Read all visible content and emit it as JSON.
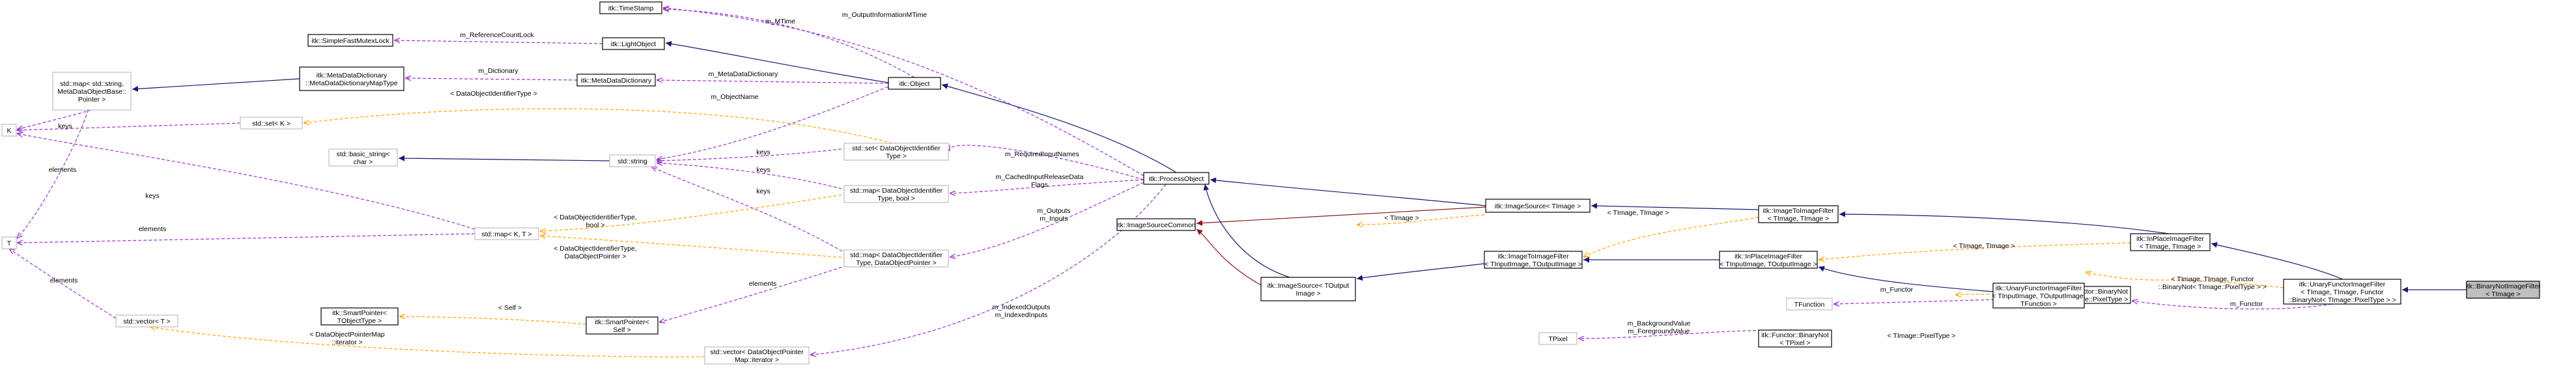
{
  "colors": {
    "inherit": "#191970",
    "protected": "#8b1a1a",
    "usage": "#9a32cd",
    "template": "#ffa500",
    "box_solid": "#000000",
    "box_gray": "#bfbfbf",
    "focus_fill": "#bfbfbf"
  },
  "nodes": [
    {
      "id": "binarynot_filter",
      "lines": [
        "itk::BinaryNotImageFilter",
        "< TImage >"
      ],
      "style": "focus"
    },
    {
      "id": "unary_functor_binarynot",
      "lines": [
        "itk::UnaryFunctorImageFilter",
        "< TImage, TImage, Functor",
        "::BinaryNot< TImage::PixelType > >"
      ],
      "style": "solid"
    },
    {
      "id": "inplace_timage",
      "lines": [
        "itk::InPlaceImageFilter",
        "< TImage, TImage >"
      ],
      "style": "solid"
    },
    {
      "id": "functor_binarynot_pixel",
      "lines": [
        "itk::Functor::BinaryNot",
        "< TImage::PixelType >"
      ],
      "style": "solid"
    },
    {
      "id": "unary_functor_generic",
      "lines": [
        "itk::UnaryFunctorImageFilter",
        "< TInputImage, TOutputImage,",
        "TFunction >"
      ],
      "style": "solid"
    },
    {
      "id": "image_to_image_timage",
      "lines": [
        "itk::ImageToImageFilter",
        "< TImage, TImage >"
      ],
      "style": "solid"
    },
    {
      "id": "inplace_generic",
      "lines": [
        "itk::InPlaceImageFilter",
        "< TInputImage, TOutputImage >"
      ],
      "style": "solid"
    },
    {
      "id": "tfunction",
      "lines": [
        "TFunction"
      ],
      "style": "gray"
    },
    {
      "id": "functor_binarynot_tpixel",
      "lines": [
        "itk::Functor::BinaryNot",
        "< TPixel >"
      ],
      "style": "solid"
    },
    {
      "id": "tpixel",
      "lines": [
        "TPixel"
      ],
      "style": "gray"
    },
    {
      "id": "image_source_timage",
      "lines": [
        "itk::ImageSource< TImage >"
      ],
      "style": "solid"
    },
    {
      "id": "image_to_image_generic",
      "lines": [
        "itk::ImageToImageFilter",
        "< TInputImage, TOutputImage >"
      ],
      "style": "solid"
    },
    {
      "id": "image_source_toutput",
      "lines": [
        "itk::ImageSource< TOutput",
        "Image >"
      ],
      "style": "solid"
    },
    {
      "id": "image_source_common",
      "lines": [
        "itk::ImageSourceCommon"
      ],
      "style": "solid"
    },
    {
      "id": "process_object",
      "lines": [
        "itk::ProcessObject"
      ],
      "style": "solid"
    },
    {
      "id": "itk_object",
      "lines": [
        "itk::Object"
      ],
      "style": "solid"
    },
    {
      "id": "light_object",
      "lines": [
        "itk::LightObject"
      ],
      "style": "solid"
    },
    {
      "id": "time_stamp",
      "lines": [
        "itk::TimeStamp"
      ],
      "style": "solid"
    },
    {
      "id": "simple_fast_mutex",
      "lines": [
        "itk::SimpleFastMutexLock"
      ],
      "style": "solid"
    },
    {
      "id": "meta_data_dictionary",
      "lines": [
        "itk::MetaDataDictionary"
      ],
      "style": "solid"
    },
    {
      "id": "meta_data_dictionary_map",
      "lines": [
        "itk::MetaDataDictionary",
        "::MetaDataDictionaryMapType"
      ],
      "style": "solid"
    },
    {
      "id": "std_map_metadata",
      "lines": [
        "std::map< std::string,",
        "MetaDataObjectBase::",
        "Pointer >"
      ],
      "style": "gray"
    },
    {
      "id": "std_string",
      "lines": [
        "std::string"
      ],
      "style": "gray"
    },
    {
      "id": "basic_string",
      "lines": [
        "std::basic_string<",
        "char >"
      ],
      "style": "gray"
    },
    {
      "id": "set_did_type",
      "lines": [
        "std::set< DataObjectIdentifier",
        "Type >"
      ],
      "style": "gray"
    },
    {
      "id": "map_did_bool",
      "lines": [
        "std::map< DataObjectIdentifier",
        "Type, bool >"
      ],
      "style": "gray"
    },
    {
      "id": "map_did_ptr",
      "lines": [
        "std::map< DataObjectIdentifier",
        "Type, DataObjectPointer >"
      ],
      "style": "gray"
    },
    {
      "id": "vector_dop_iter",
      "lines": [
        "std::vector< DataObjectPointer",
        "Map::iterator >"
      ],
      "style": "gray"
    },
    {
      "id": "smart_pointer_self",
      "lines": [
        "itk::SmartPointer<",
        "Self >"
      ],
      "style": "solid"
    },
    {
      "id": "smart_pointer_tobject",
      "lines": [
        "itk::SmartPointer<",
        "TObjectType >"
      ],
      "style": "solid"
    },
    {
      "id": "std_map_kt",
      "lines": [
        "std::map< K, T >"
      ],
      "style": "gray"
    },
    {
      "id": "std_set_k",
      "lines": [
        "std::set< K >"
      ],
      "style": "gray"
    },
    {
      "id": "k_node",
      "lines": [
        "K"
      ],
      "style": "gray"
    },
    {
      "id": "t_node",
      "lines": [
        "T"
      ],
      "style": "gray"
    },
    {
      "id": "std_vector_t",
      "lines": [
        "std::vector< T >"
      ],
      "style": "gray"
    }
  ],
  "edge_labels": [
    {
      "id": "lbl_output_info_mtime",
      "lines": [
        "m_OutputInformationMTime"
      ]
    },
    {
      "id": "lbl_mtime",
      "lines": [
        "m_MTime"
      ]
    },
    {
      "id": "lbl_ref_count_lock",
      "lines": [
        "m_ReferenceCountLock"
      ]
    },
    {
      "id": "lbl_dictionary",
      "lines": [
        "m_Dictionary"
      ]
    },
    {
      "id": "lbl_meta_data_dictionary",
      "lines": [
        "m_MetaDataDictionary"
      ]
    },
    {
      "id": "lbl_object_name",
      "lines": [
        "m_ObjectName"
      ]
    },
    {
      "id": "lbl_keys_map",
      "lines": [
        "keys"
      ]
    },
    {
      "id": "lbl_keys_set",
      "lines": [
        "keys"
      ]
    },
    {
      "id": "lbl_did_type",
      "lines": [
        "< DataObjectIdentifierType >"
      ]
    },
    {
      "id": "lbl_elements_t_map",
      "lines": [
        "elements"
      ]
    },
    {
      "id": "lbl_keys_big",
      "lines": [
        "keys"
      ]
    },
    {
      "id": "lbl_elements_mapkt",
      "lines": [
        "elements"
      ]
    },
    {
      "id": "lbl_elements_vector",
      "lines": [
        "elements"
      ]
    },
    {
      "id": "lbl_keys_set_did",
      "lines": [
        "keys"
      ]
    },
    {
      "id": "lbl_keys_map_bool",
      "lines": [
        "keys"
      ]
    },
    {
      "id": "lbl_keys_map_ptr",
      "lines": [
        "keys"
      ]
    },
    {
      "id": "lbl_required_input_names",
      "lines": [
        "m_RequiredInputNames"
      ]
    },
    {
      "id": "lbl_cached_input",
      "lines": [
        "m_CachedInputReleaseData",
        "Flags"
      ]
    },
    {
      "id": "lbl_outputs_inputs",
      "lines": [
        "m_Outputs",
        "m_Inputs"
      ]
    },
    {
      "id": "lbl_did_bool",
      "lines": [
        "< DataObjectIdentifierType,",
        "bool >"
      ]
    },
    {
      "id": "lbl_did_ptr",
      "lines": [
        "< DataObjectIdentifierType,",
        "DataObjectPointer >"
      ]
    },
    {
      "id": "lbl_self",
      "lines": [
        "< Self >"
      ]
    },
    {
      "id": "lbl_elements_smart",
      "lines": [
        "elements"
      ]
    },
    {
      "id": "lbl_dop_map_iter",
      "lines": [
        "< DataObjectPointerMap",
        "::iterator >"
      ]
    },
    {
      "id": "lbl_indexed",
      "lines": [
        "m_IndexedOutputs",
        "m_IndexedInputs"
      ]
    },
    {
      "id": "lbl_timage_single",
      "lines": [
        "< TImage >"
      ]
    },
    {
      "id": "lbl_timage_pair_1",
      "lines": [
        "< TImage, TImage >"
      ]
    },
    {
      "id": "lbl_timage_pair_2",
      "lines": [
        "< TImage, TImage >"
      ]
    },
    {
      "id": "lbl_functor_template",
      "lines": [
        "< TImage, TImage, Functor",
        "::BinaryNot< TImage::PixelType > >"
      ]
    },
    {
      "id": "lbl_functor",
      "lines": [
        "m_Functor"
      ]
    },
    {
      "id": "lbl_functor_2",
      "lines": [
        "m_Functor"
      ]
    },
    {
      "id": "lbl_bg_fg",
      "lines": [
        "m_BackgroundValue",
        "m_ForegroundValue"
      ]
    },
    {
      "id": "lbl_pixel_type",
      "lines": [
        "< TImage::PixelType >"
      ]
    }
  ]
}
